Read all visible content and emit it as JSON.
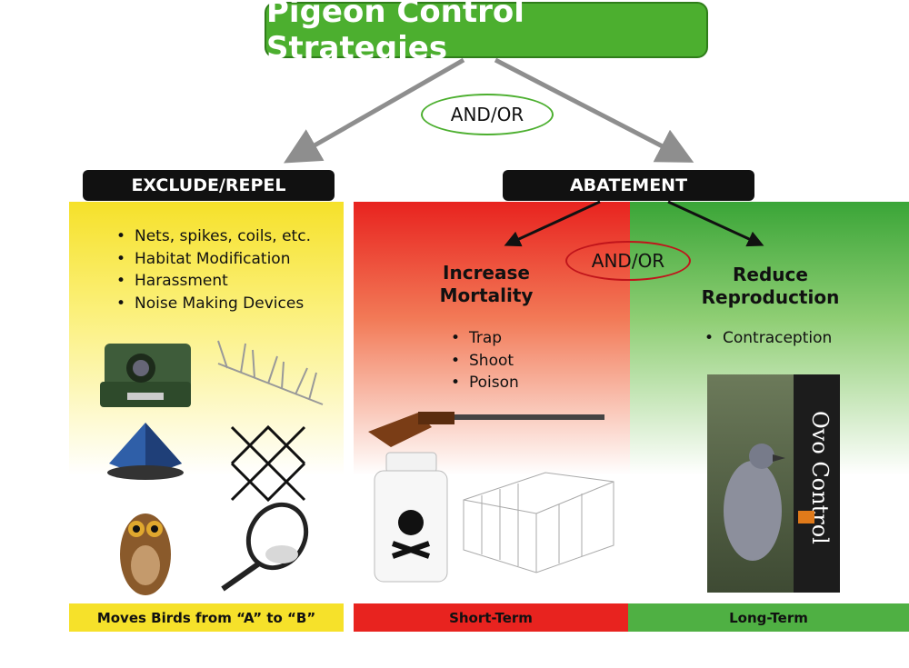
{
  "title": "Pigeon Control Strategies",
  "top_connector": "AND/OR",
  "left": {
    "label": "EXCLUDE/REPEL",
    "items": [
      "Nets, spikes, coils, etc.",
      "Habitat Modification",
      "Harassment",
      "Noise Making Devices"
    ],
    "footer": "Moves Birds from “A” to “B”"
  },
  "right": {
    "label": "ABATEMENT",
    "connector": "AND/OR",
    "mortality": {
      "heading_line1": "Increase",
      "heading_line2": "Mortality",
      "items": [
        "Trap",
        "Shoot",
        "Poison"
      ],
      "footer": "Short-Term"
    },
    "reproduction": {
      "heading_line1": "Reduce",
      "heading_line2": "Reproduction",
      "items": [
        "Contraception"
      ],
      "footer": "Long-Term",
      "product_brand": "Ovo Control"
    }
  },
  "colors": {
    "green": "#4caf2f",
    "yellow": "#f6e12a",
    "red": "#e8231f",
    "light_green": "#3aa537",
    "dark": "#111111"
  }
}
